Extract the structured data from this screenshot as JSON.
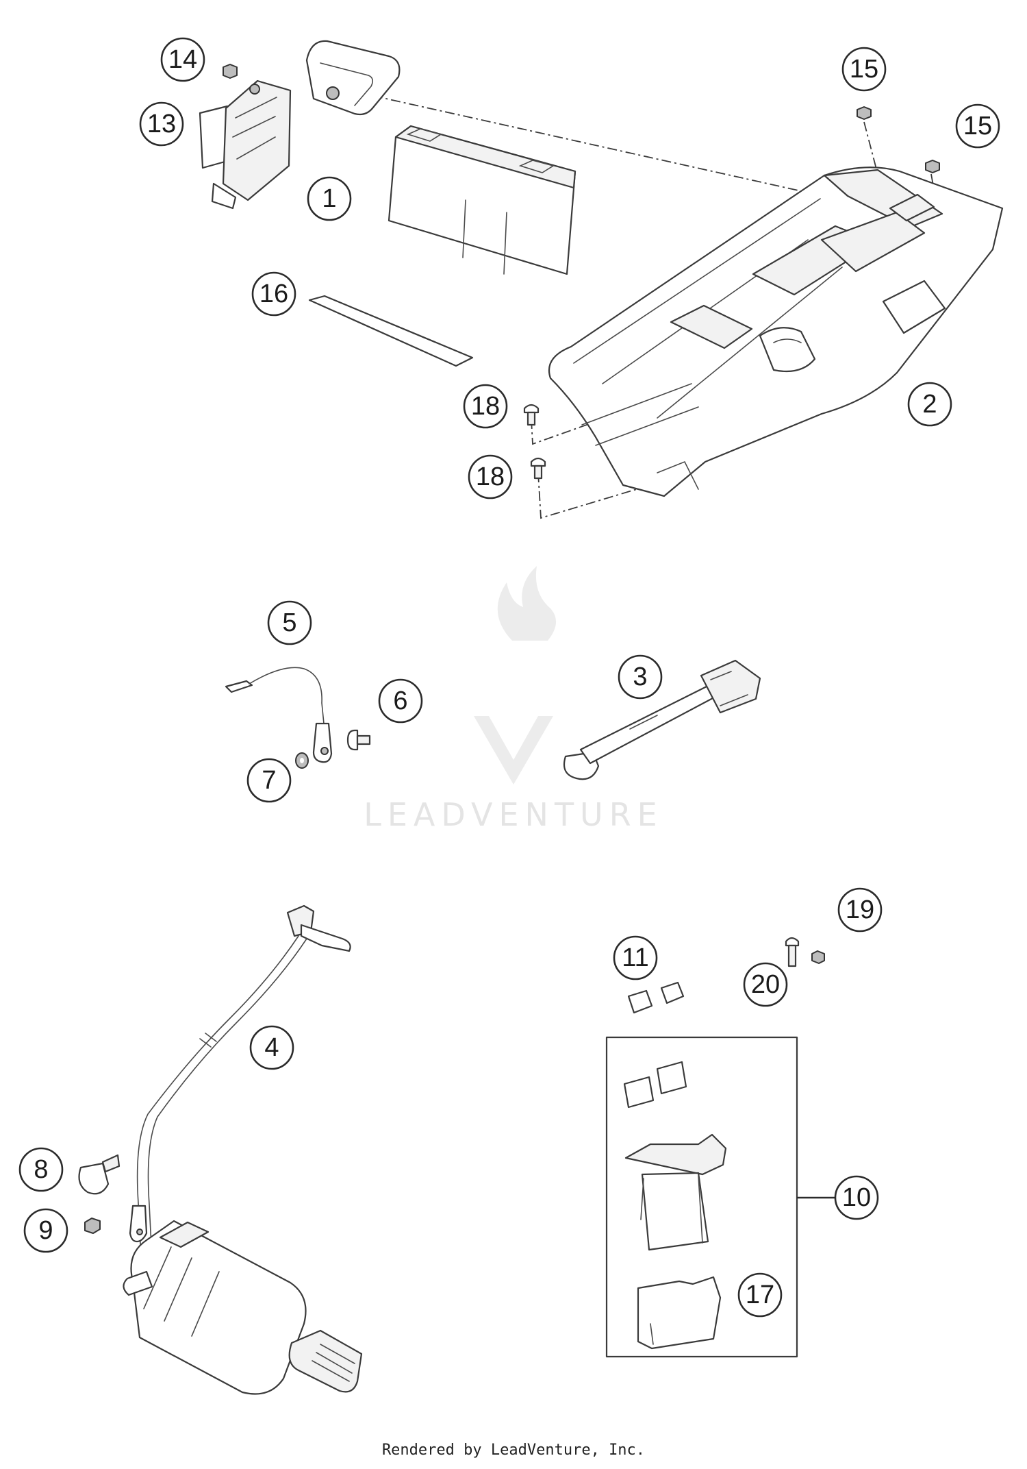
{
  "callouts": [
    {
      "id": "c14",
      "label": "14"
    },
    {
      "id": "c13",
      "label": "13"
    },
    {
      "id": "c1",
      "label": "1"
    },
    {
      "id": "c16",
      "label": "16"
    },
    {
      "id": "c15a",
      "label": "15"
    },
    {
      "id": "c15b",
      "label": "15"
    },
    {
      "id": "c18a",
      "label": "18"
    },
    {
      "id": "c18b",
      "label": "18"
    },
    {
      "id": "c2",
      "label": "2"
    },
    {
      "id": "c5",
      "label": "5"
    },
    {
      "id": "c6",
      "label": "6"
    },
    {
      "id": "c7",
      "label": "7"
    },
    {
      "id": "c3",
      "label": "3"
    },
    {
      "id": "c4",
      "label": "4"
    },
    {
      "id": "c8",
      "label": "8"
    },
    {
      "id": "c9",
      "label": "9"
    },
    {
      "id": "c11",
      "label": "11"
    },
    {
      "id": "c19",
      "label": "19"
    },
    {
      "id": "c20",
      "label": "20"
    },
    {
      "id": "c10",
      "label": "10"
    },
    {
      "id": "c17",
      "label": "17"
    }
  ],
  "watermark": {
    "text": "LEADVENTURE"
  },
  "footer": {
    "text": "Rendered by LeadVenture, Inc."
  }
}
